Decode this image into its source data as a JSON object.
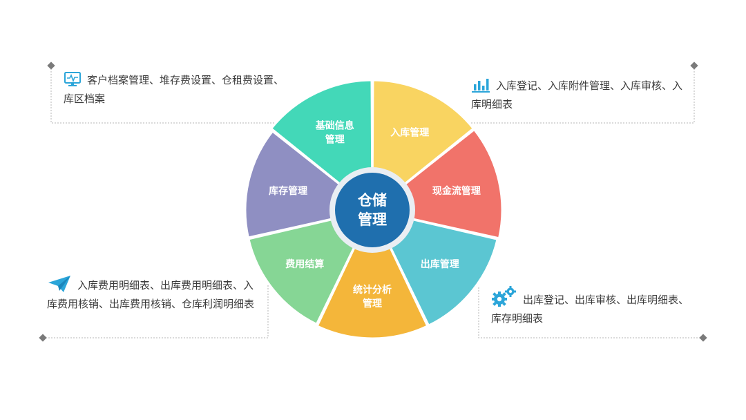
{
  "center": {
    "line1": "仓储",
    "line2": "管理"
  },
  "segments": [
    {
      "id": "inbound",
      "lines": [
        "入库管理"
      ],
      "color": "#F9D461"
    },
    {
      "id": "cashflow",
      "lines": [
        "现金流管理"
      ],
      "color": "#F1736A"
    },
    {
      "id": "outbound",
      "lines": [
        "出库管理"
      ],
      "color": "#5BC6D2"
    },
    {
      "id": "statistics",
      "lines": [
        "统计分析",
        "管理"
      ],
      "color": "#F4B63A"
    },
    {
      "id": "settlement",
      "lines": [
        "费用结算"
      ],
      "color": "#86D695"
    },
    {
      "id": "inventory",
      "lines": [
        "库存管理"
      ],
      "color": "#8F8FC2"
    },
    {
      "id": "basic-info",
      "lines": [
        "基础信息",
        "管理"
      ],
      "color": "#43D8B8"
    }
  ],
  "colors": {
    "hub": "#1F6FAE",
    "hub_ring": "#E9EEF3",
    "connector": "#B5B5B5",
    "diamond": "#7A7A7A",
    "icon_blue": "#2BA5D9"
  },
  "callouts": {
    "top_left": {
      "icon": "monitor-icon",
      "text": "客户档案管理、堆存费设置、仓租费设置、库区档案"
    },
    "top_right": {
      "icon": "bar-chart-icon",
      "text": "入库登记、入库附件管理、入库审核、入库明细表"
    },
    "bottom_left": {
      "icon": "paper-plane-icon",
      "text": "入库费用明细表、出库费用明细表、入库费用核销、出库费用核销、仓库利润明细表"
    },
    "bottom_right": {
      "icon": "gears-icon",
      "text": "出库登记、出库审核、出库明细表、库存明细表"
    }
  }
}
